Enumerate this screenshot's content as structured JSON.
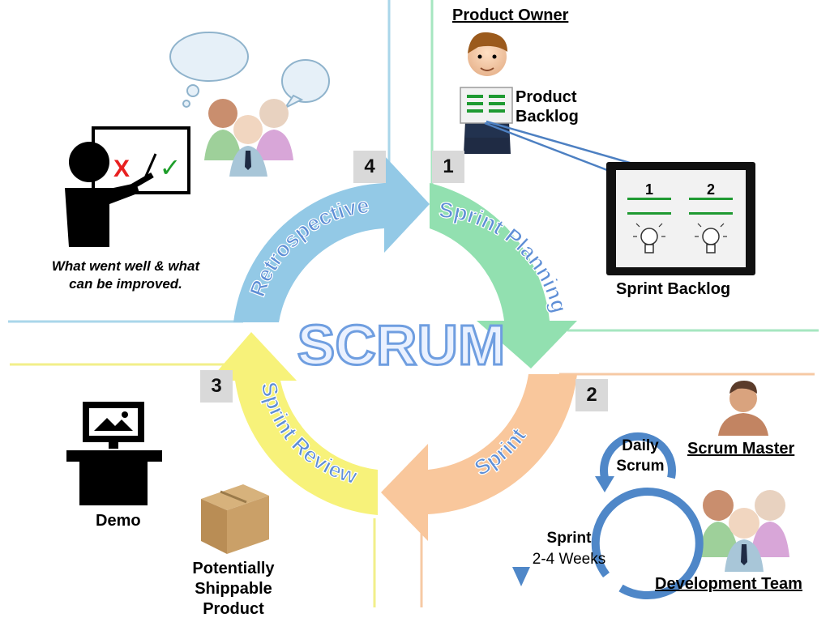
{
  "title": "SCRUM",
  "phases": [
    {
      "number": "1",
      "label": "Sprint Planning",
      "color": "#92e0b0"
    },
    {
      "number": "2",
      "label": "Sprint",
      "color": "#f9c79c"
    },
    {
      "number": "3",
      "label": "Sprint Review",
      "color": "#f7f27a"
    },
    {
      "number": "4",
      "label": "Retrospective",
      "color": "#93c9e6"
    }
  ],
  "retrospective": {
    "caption_line1": "What went well & what",
    "caption_line2": "can be improved.",
    "cross_mark": "X",
    "check_mark": "✓"
  },
  "planning": {
    "product_owner": "Product Owner",
    "product_backlog_line1": "Product",
    "product_backlog_line2": "Backlog",
    "sprint_backlog": "Sprint Backlog",
    "item_1": "1",
    "item_2": "2"
  },
  "sprint": {
    "daily_scrum_line1": "Daily",
    "daily_scrum_line2": "Scrum",
    "sprint_line1": "Sprint",
    "sprint_line2": "2-4 Weeks",
    "scrum_master": "Scrum Master",
    "development_team": "Development Team"
  },
  "review": {
    "demo": "Demo",
    "product_line1": "Potentially",
    "product_line2": "Shippable",
    "product_line3": "Product"
  },
  "icons": [
    "teacher-icon",
    "thought-bubble-icon",
    "speech-bubble-icon",
    "team-icon",
    "product-owner-icon",
    "lightbulb-icon",
    "computer-desk-icon",
    "box-icon",
    "scrum-master-icon",
    "cycle-arrow-icon"
  ]
}
